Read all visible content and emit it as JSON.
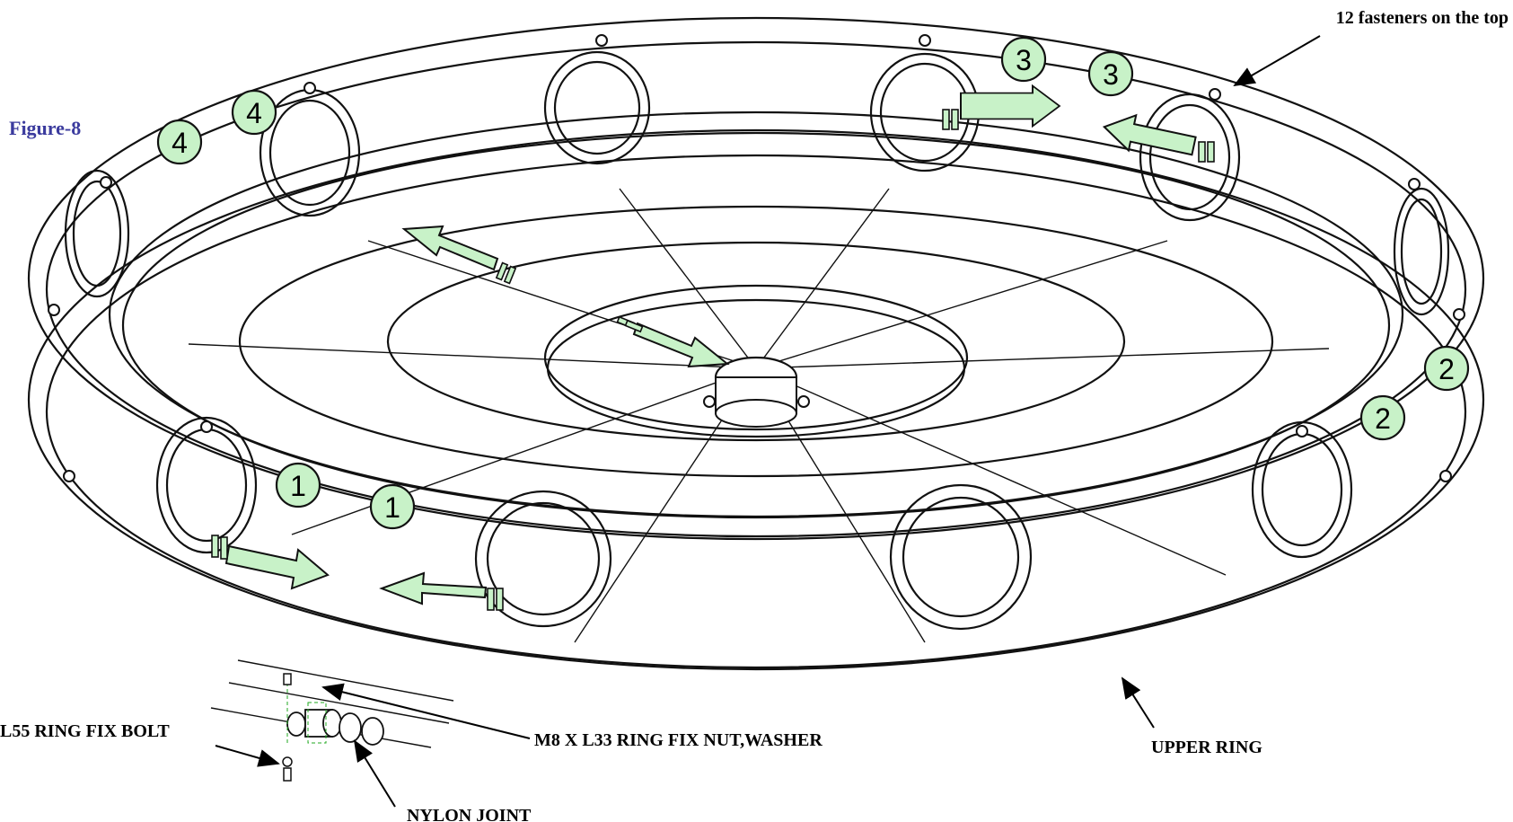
{
  "figure_label": "Figure-8",
  "labels": {
    "fasteners_top": "12 fasteners on the top",
    "fix_bolt": "L55 RING FIX BOLT",
    "fix_nut": "M8 X L33 RING FIX NUT,WASHER",
    "nylon_joint": "NYLON JOINT",
    "upper_ring": "UPPER RING"
  },
  "callouts": [
    {
      "id": "1",
      "label": "1"
    },
    {
      "id": "1b",
      "label": "1"
    },
    {
      "id": "2",
      "label": "2"
    },
    {
      "id": "2b",
      "label": "2"
    },
    {
      "id": "3",
      "label": "3"
    },
    {
      "id": "3b",
      "label": "3"
    },
    {
      "id": "4",
      "label": "4"
    },
    {
      "id": "4b",
      "label": "4"
    }
  ],
  "colors": {
    "callout_fill": "#c8f2c8",
    "arrow_fill": "#c8f2c8",
    "figure_label": "#3b3b9e",
    "line": "#111111"
  }
}
